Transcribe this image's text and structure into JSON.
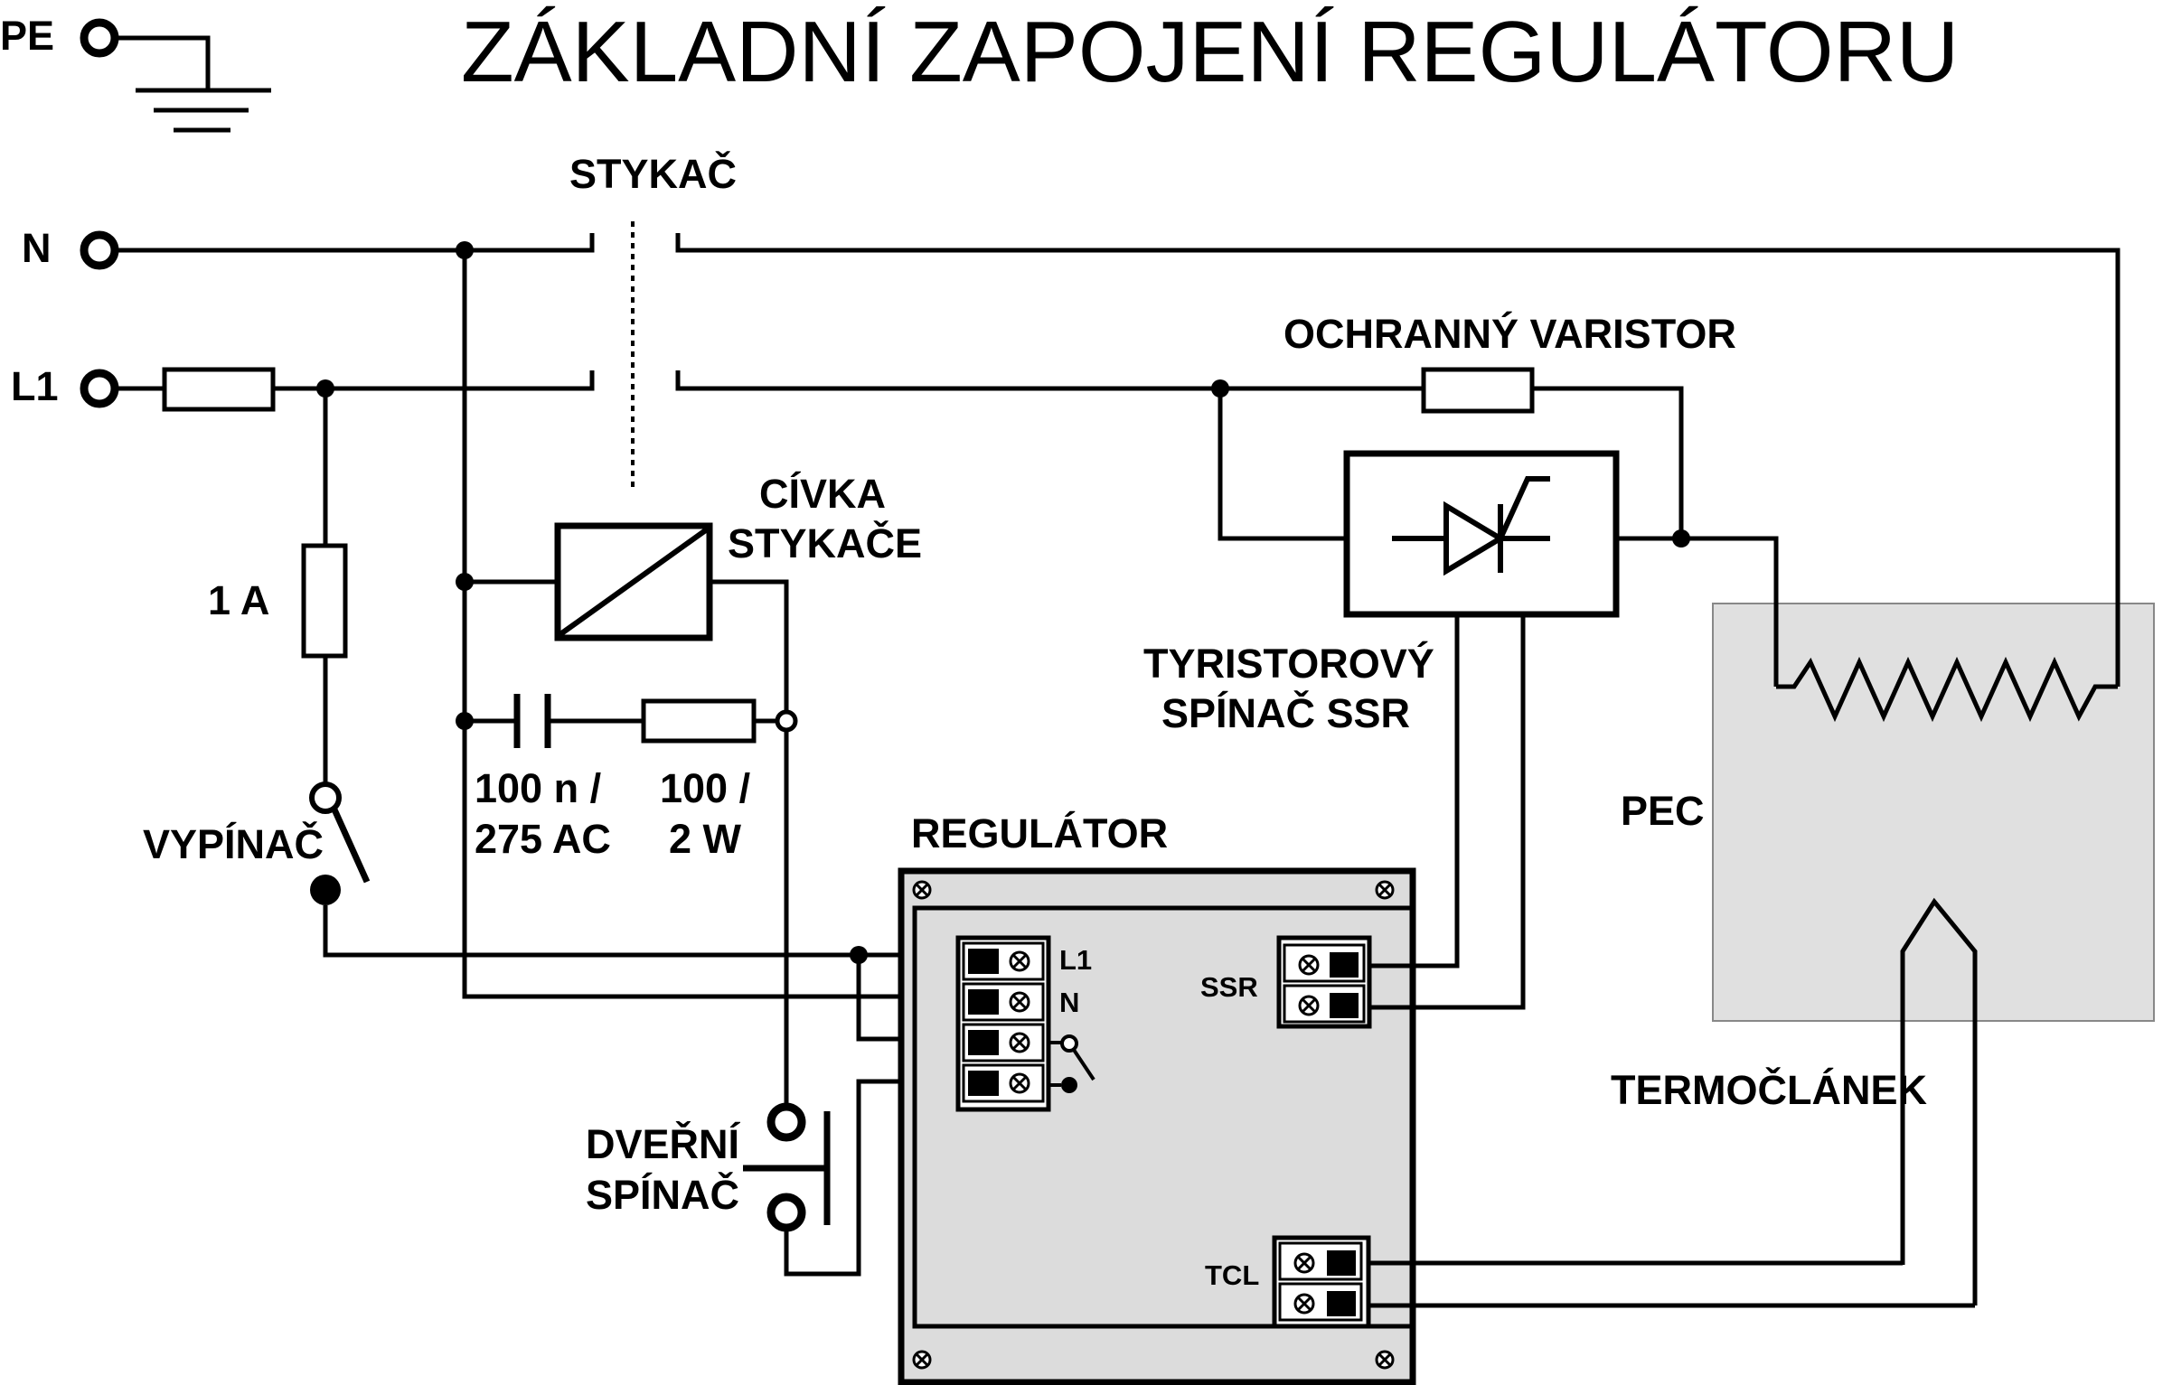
{
  "title": "ZÁKLADNÍ ZAPOJENÍ REGULÁTORU",
  "terminals": {
    "pe": "PE",
    "n": "N",
    "l1": "L1"
  },
  "components": {
    "contactor": "STYKAČ",
    "coil_line1": "CÍVKA",
    "coil_line2": "STYKAČE",
    "varistor": "OCHRANNÝ VARISTOR",
    "ssr_line1": "TYRISTOROVÝ",
    "ssr_line2": "SPÍNAČ SSR",
    "fuse": "1 A",
    "switch": "VYPÍNAČ",
    "capacitor_line1": "100 n /",
    "capacitor_line2": "275 AC",
    "resistor_line1": "100 /",
    "resistor_line2": "2 W",
    "regulator": "REGULÁTOR",
    "door_switch_line1": "DVEŘNÍ",
    "door_switch_line2": "SPÍNAČ",
    "furnace": "PEC",
    "thermocouple": "TERMOČLÁNEK"
  },
  "regulator_terminals": {
    "l1": "L1",
    "n": "N",
    "ssr": "SSR",
    "tcl": "TCL"
  },
  "colors": {
    "line": "#000000",
    "furnace_fill": "#e0e0e0",
    "regulator_fill": "#dcdcdc",
    "background": "#ffffff"
  }
}
